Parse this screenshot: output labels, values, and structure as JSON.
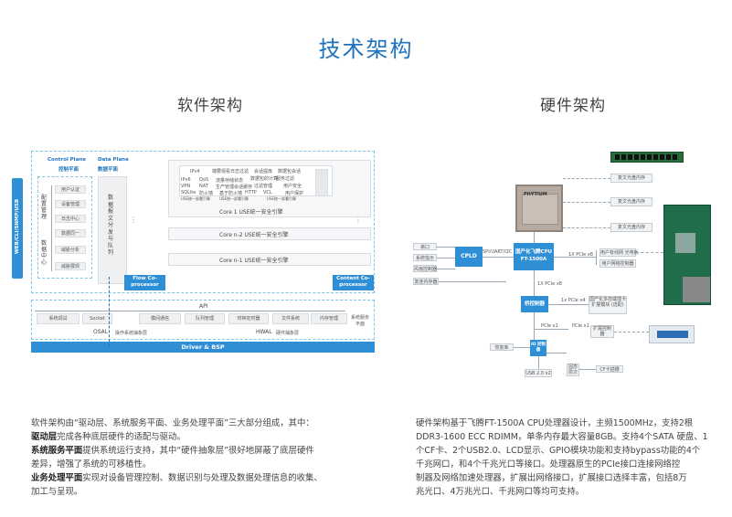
{
  "page": {
    "title": "技术架构",
    "software_subtitle": "软件架构",
    "hardware_subtitle": "硬件架构"
  },
  "software": {
    "web_label": "WEB/CLI/SNMP/USB",
    "control_plane": {
      "title_en": "Control Plane",
      "title_cn": "控制平面"
    },
    "data_plane": {
      "title_en": "Data Plane",
      "title_cn": "数据平面"
    },
    "config_mgmt": "配置管理",
    "data_center": "数据中心",
    "cp_items": [
      "用户认证",
      "设备管理",
      "日志中心",
      "数据同一",
      "威胁分析",
      "威胁展现"
    ],
    "packet_forward": "数据报文分发与队列",
    "core1_features": [
      "IPv4",
      "端要观看",
      "日志过滤",
      "会话提炼",
      "数据包会话",
      "IPv6",
      "QoS",
      "流量存储",
      "状态",
      "数据包的计算",
      "服务过滤",
      "VPN",
      "NAT",
      "生产管理",
      "会话缓存",
      "过滤管理",
      "用户安全",
      "SQLite",
      "防火墙",
      "基于防火墙",
      "HTTP",
      "VCL",
      "用户保护",
      "USE统一部署引擎",
      "USE统一部署引擎",
      "USE统一部署引擎"
    ],
    "core1": "Core 1  USE统一安全引擎",
    "core2": "Core n-2  USE统一安全引擎",
    "coren1": "Core n-1  USE统一安全引擎",
    "flow_coprocessor": "Flow Co-processor",
    "content_coprocessor": "Content Co-processor",
    "api": "API",
    "api_items": [
      "系统调试",
      "Socket",
      "模间通信",
      "队列管理",
      "时钟定时器",
      "文件系统",
      "内存管理"
    ],
    "osal": "OSAL",
    "os_abstraction": "操作系统抽象层",
    "hwal": "HWAL",
    "hw_abstraction": "硬件抽象层",
    "system_service": "系统服务平面",
    "driver_bsp": "Driver & BSP"
  },
  "hardware": {
    "cpu_chip": "PHYTIUM",
    "cpu": "国产化飞腾CPU FT-1500A",
    "cpld": "CPLD",
    "spi_label": "SPI/UART/I2C",
    "left_ports": [
      "串口",
      "系统指示",
      "风扇控制器"
    ],
    "mem_left": "复连内存器",
    "ddr": [
      "复文光盘内存",
      "复文光盘内存",
      "复文光盘内存"
    ],
    "pcie_x8_top": "1X PCIe x8",
    "nic_boxes": [
      "用户有线网 光电板",
      "用户网络控制器"
    ],
    "pcie_x8": "1X PCIe x8",
    "bridge": "桥控制器",
    "pcie_x4": "1x PCIe x4",
    "net_accel": "国产化多控或插卡 扩展模块 (选配)",
    "pcie_x1": "PCIe x1",
    "pcie_x1b": "PCIe x1",
    "expansion": "扩展控制器",
    "io_ctrl": "IO 控制器",
    "bottom_left": "恢复库",
    "usb": "USB 2.0 x2",
    "sata": "固态 层次",
    "cf": "CF卡插槽"
  },
  "descriptions": {
    "software": [
      {
        "bold": "",
        "text": "软件架构由“驱动层、系统服务平面、业务处理平面”三大部分组成，其中："
      },
      {
        "bold": "驱动层",
        "text": "完成各种底层硬件的适配与驱动。"
      },
      {
        "bold": "系统服务平面",
        "text": "提供系统运行支持，其中“硬件抽象层”很好地屏蔽了底层硬件"
      },
      {
        "bold": "",
        "text": "差异，增强了系统的可移植性。"
      },
      {
        "bold": "业务处理平面",
        "text": "实现对设备管理控制、数据识别与处理及数据处理信息的收集、"
      },
      {
        "bold": "",
        "text": "加工与呈现。"
      }
    ],
    "hardware": [
      "硬件架构基于飞腾FT-1500A CPU处理器设计，主频1500MHz，支持2根",
      "DDR3-1600 ECC RDIMM，单条内存最大容量8GB。支持4个SATA 硬盘、1",
      "个CF卡、2个USB2.0、LCD显示、GPIO模块功能和支持bypass功能的4个",
      "千兆网口，和4个千兆光口等接口。处理器原生的PCIe接口连接网络控",
      "制器及网络加速处理器，扩展出网络接口，扩展接口选择丰富，包括8万",
      "兆光口、4万兆光口、千兆网口等均可支持。"
    ]
  },
  "colors": {
    "title_blue": "#1e73be",
    "accent_blue": "#2f8fd6",
    "dash_blue": "#7fc4ea"
  }
}
